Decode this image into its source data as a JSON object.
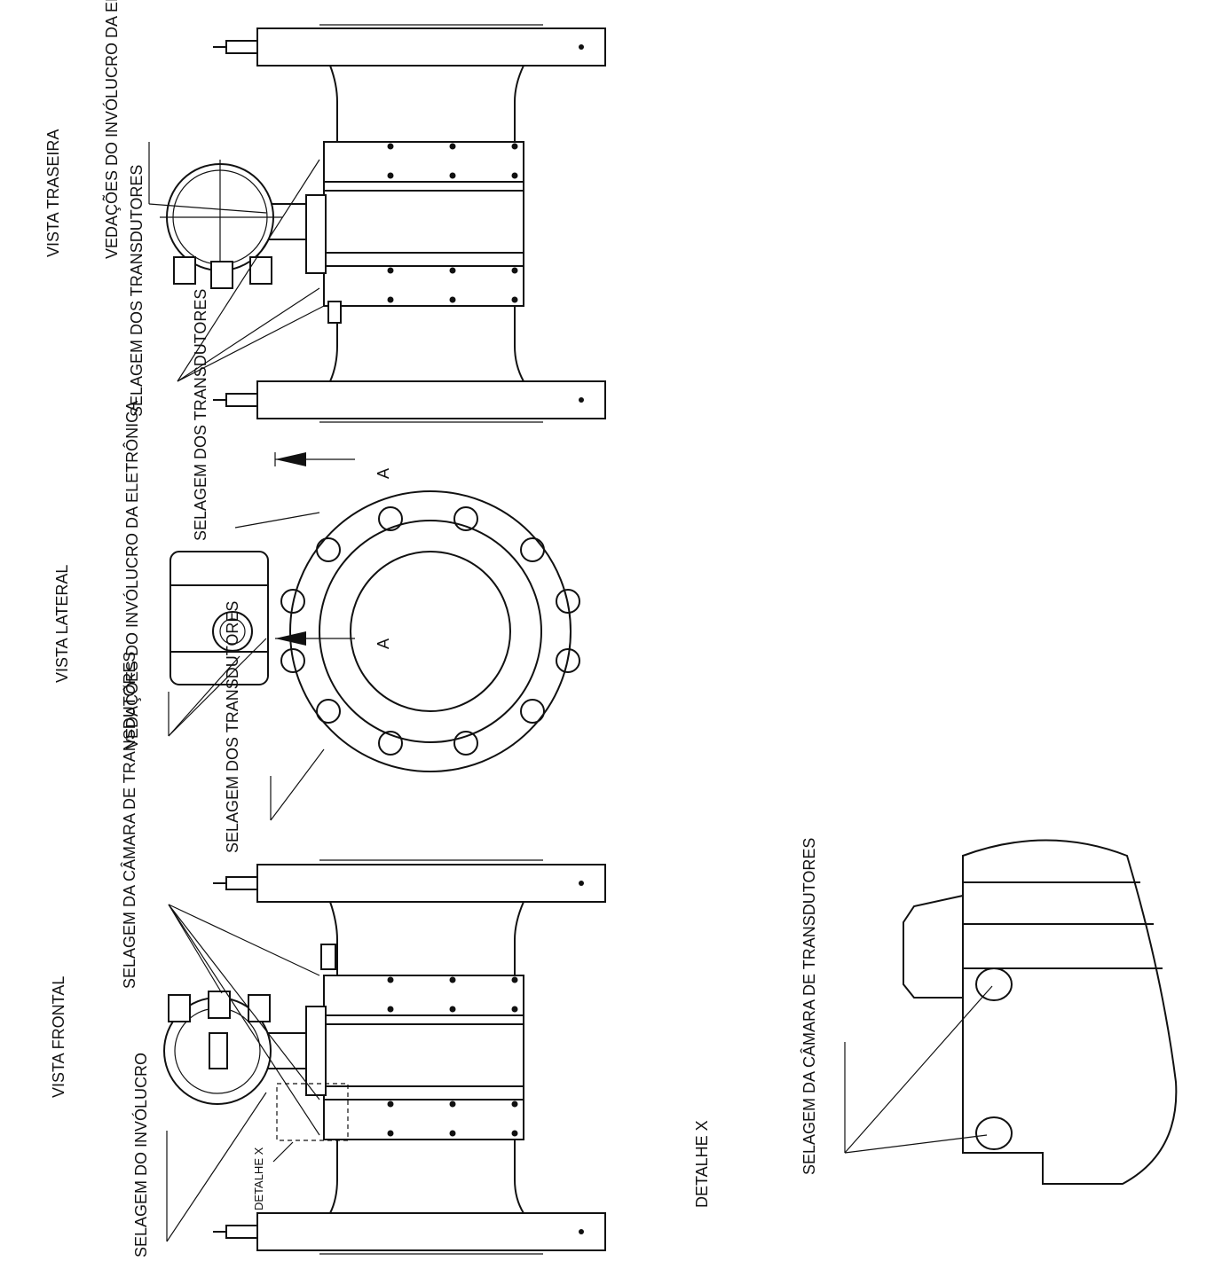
{
  "views": {
    "rear": {
      "title": "VISTA TRASEIRA",
      "electronics_label": "VEDAÇÕES DO INVÓLUCRO DA ELETRÔNICA",
      "transducer_label": "SELAGEM DOS TRANSDUTORES"
    },
    "side": {
      "title": "VISTA LATERAL",
      "transducer_label_top": "SELAGEM DOS TRANSDUTORES",
      "electronics_label": "VEDAÇÕES DO INVÓLUCRO DA ELETRÔNICA",
      "transducer_label_bottom": "SELAGEM DOS TRANSDUTORES",
      "section_mark_1": "A",
      "section_mark_2": "A"
    },
    "front": {
      "title": "VISTA FRONTAL",
      "chamber_label": "SELAGEM DA CÂMARA DE TRANSDUTORES",
      "enclosure_label": "SELAGEM DO INVÓLUCRO",
      "detail_ref": "DETALHE X"
    },
    "detail": {
      "title": "DETALHE X",
      "chamber_label": "SELAGEM DA CÂMARA DE TRANSDUTORES"
    }
  }
}
